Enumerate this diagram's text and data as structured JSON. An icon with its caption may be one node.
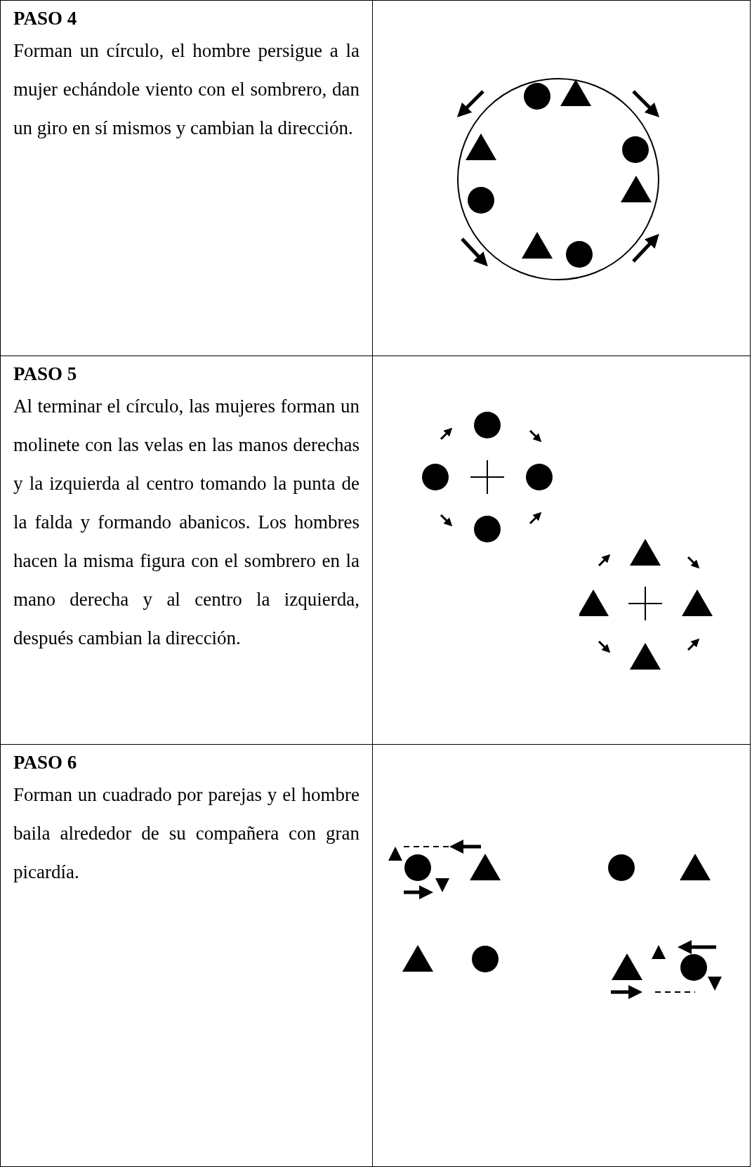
{
  "diagram": {
    "labels": [
      "PASO 4",
      "Forman un círculo, el hombre persigue a la mujer echándole viento con el sombrero, dan un giro en sí mismos y cambian la dirección.",
      "PASO 5",
      "Al terminar el círculo, las mujeres forman un molinete con las velas en las manos derechas y la izquierda al centro tomando la punta de la falda y formando abanicos. Los hombres hacen la misma figura con el sombrero en la mano derecha y al centro la izquierda, después cambian la dirección.",
      "PASO 6",
      "Forman un cuadrado por parejas y el hombre baila alrededor de su compañera con gran picardía."
    ]
  }
}
